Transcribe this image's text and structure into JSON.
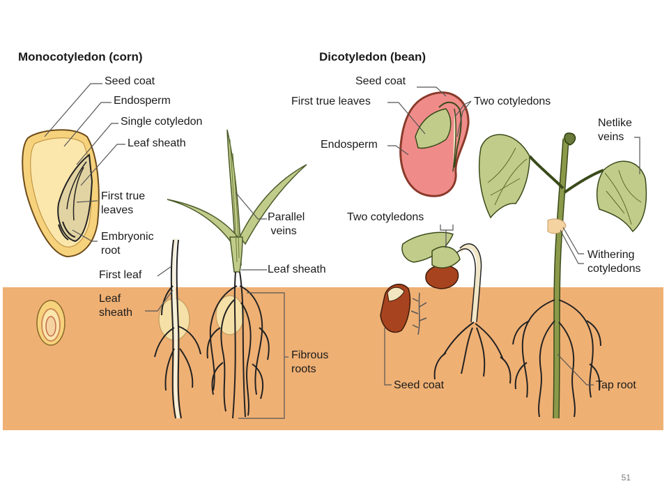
{
  "monocot": {
    "heading": "Monocotyledon (corn)",
    "labels": {
      "seed_coat": "Seed coat",
      "endosperm": "Endosperm",
      "single_cotyledon": "Single cotyledon",
      "leaf_sheath": "Leaf sheath",
      "first_true_leaves": "First true\nleaves",
      "embryonic_root": "Embryonic\nroot",
      "first_leaf": "First leaf",
      "leaf_sheath_lower": "Leaf\nsheath",
      "parallel_veins": "Parallel\n veins",
      "leaf_sheath_plant": "Leaf sheath",
      "fibrous_roots": "Fibrous\nroots"
    }
  },
  "dicot": {
    "heading": "Dicotyledon (bean)",
    "labels": {
      "seed_coat_top": "Seed coat",
      "first_true_leaves": "First true leaves",
      "two_cotyledons_top": "Two cotyledons",
      "endosperm": "Endosperm",
      "netlike_veins": "Netlike\nveins",
      "two_cotyledons_mid": "Two cotyledons",
      "withering_cotyledons": "Withering\ncotyledons",
      "seed_coat_bottom": "Seed coat",
      "tap_root": "Tap root"
    }
  },
  "colors": {
    "soil": "#efb074",
    "leaf": "#c2cc8a",
    "seed_yellow": "#f7d27c",
    "bean_pink": "#ef8c8a",
    "bean_brown": "#a8431f"
  },
  "slide_number": "51"
}
